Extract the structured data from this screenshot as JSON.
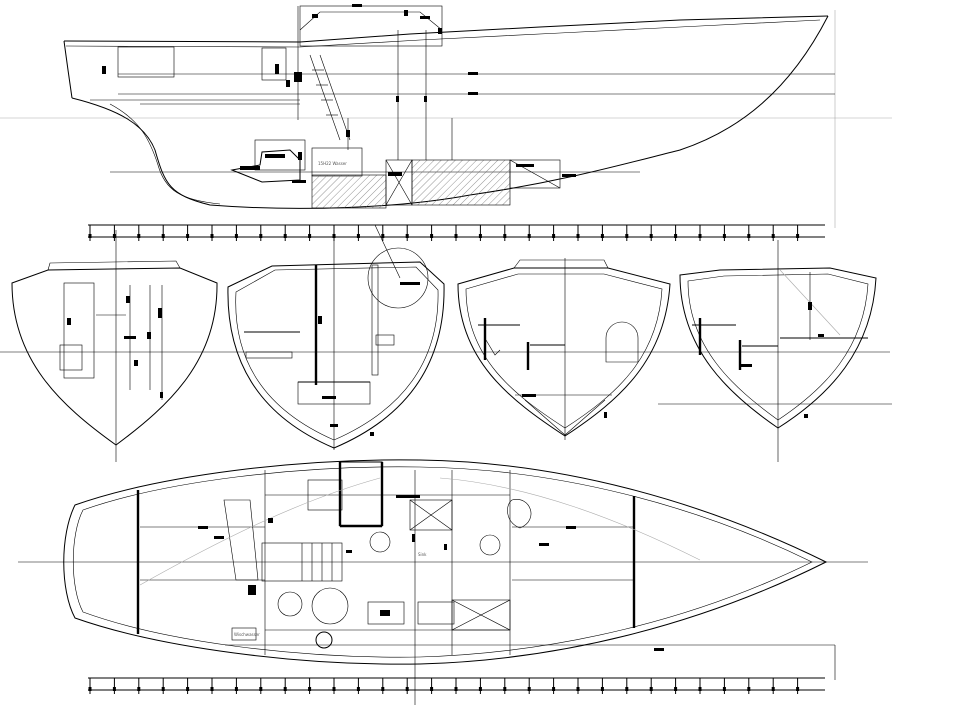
{
  "drawing": {
    "type": "sailboat general arrangement / construction drawing",
    "views": [
      "profile",
      "hull sections",
      "accommodation plan"
    ],
    "labels": {
      "profile_tank": "15H22 Wasser",
      "plan_box": "Wischwasser",
      "plan_item": "Sink"
    }
  }
}
